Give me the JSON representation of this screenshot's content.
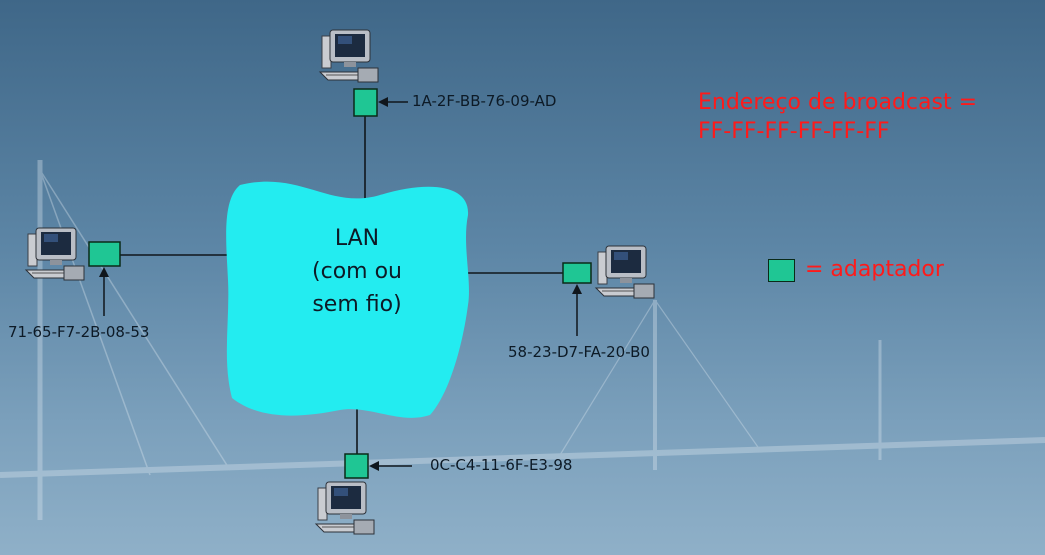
{
  "lan_label_lines": [
    "LAN",
    "(com ou",
    "sem fio)"
  ],
  "broadcast_lines": [
    "Endereço de broadcast =",
    "FF-FF-FF-FF-FF-FF"
  ],
  "legend_text": "= adaptador",
  "hosts": [
    {
      "id": "top",
      "mac": "1A-2F-BB-76-09-AD"
    },
    {
      "id": "left",
      "mac": "71-65-F7-2B-08-53"
    },
    {
      "id": "right",
      "mac": "58-23-D7-FA-20-B0"
    },
    {
      "id": "bottom",
      "mac": "0C-C4-11-6F-E3-98"
    }
  ],
  "colors": {
    "lan_cloud": "#23ecf0",
    "adapter": "#1fc694",
    "highlight_text": "#ff1a1a",
    "background_sky": "#4a6f8c"
  }
}
